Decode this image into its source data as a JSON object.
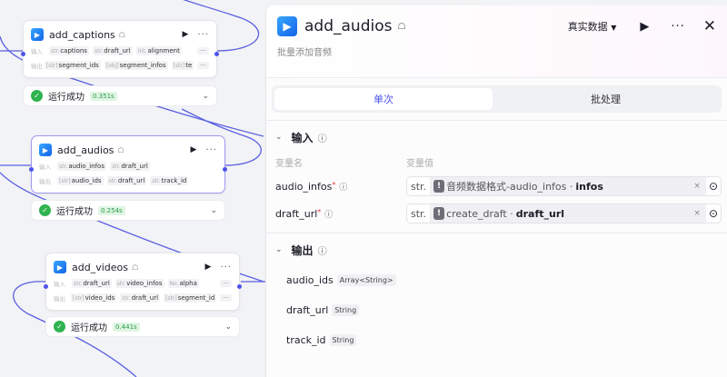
{
  "colors": {
    "accent": "#4d53e8",
    "success": "#2fb34f",
    "edge": "#5a5fe0"
  },
  "canvas": {
    "nodes": [
      {
        "title": "add_captions",
        "input_label": "输入",
        "output_label": "输出",
        "inputs": [
          {
            "type": "str.",
            "name": "captions"
          },
          {
            "type": "str.",
            "name": "draft_url"
          },
          {
            "type": "int.",
            "name": "alignment"
          }
        ],
        "outputs": [
          {
            "type": "[str]",
            "name": "segment_ids"
          },
          {
            "type": "[obj]",
            "name": "segment_infos"
          },
          {
            "type": "[str]",
            "name": "te"
          }
        ],
        "status": "运行成功",
        "time": "0.351s"
      },
      {
        "title": "add_audios",
        "input_label": "输入",
        "output_label": "输出",
        "inputs": [
          {
            "type": "str.",
            "name": "audio_infos"
          },
          {
            "type": "str.",
            "name": "draft_url"
          }
        ],
        "outputs": [
          {
            "type": "[str]",
            "name": "audio_ids"
          },
          {
            "type": "str.",
            "name": "draft_url"
          },
          {
            "type": "str.",
            "name": "track_id"
          }
        ],
        "status": "运行成功",
        "time": "0.254s"
      },
      {
        "title": "add_videos",
        "input_label": "输入",
        "output_label": "输出",
        "inputs": [
          {
            "type": "str.",
            "name": "draft_url"
          },
          {
            "type": "str.",
            "name": "video_infos"
          },
          {
            "type": "No.",
            "name": "alpha"
          }
        ],
        "outputs": [
          {
            "type": "[str]",
            "name": "video_ids"
          },
          {
            "type": "str.",
            "name": "draft_url"
          },
          {
            "type": "[str]",
            "name": "segment_id"
          }
        ],
        "status": "运行成功",
        "time": "0.441s"
      }
    ]
  },
  "panel": {
    "title": "add_audios",
    "description": "批量添加音频",
    "mode": "真实数据",
    "tabs": [
      {
        "label": "单次",
        "active": true
      },
      {
        "label": "批处理",
        "active": false
      }
    ],
    "input": {
      "heading": "输入",
      "col_name": "变量名",
      "col_value": "变量值",
      "rows": [
        {
          "name": "audio_infos",
          "required": "*",
          "type": "str.",
          "source": "音频数据格式-audio_infos",
          "sep": "·",
          "field": "infos",
          "clear": "×"
        },
        {
          "name": "draft_url",
          "required": "*",
          "type": "str.",
          "source": "create_draft",
          "sep": "·",
          "field": "draft_url",
          "clear": "×"
        }
      ]
    },
    "output": {
      "heading": "输出",
      "rows": [
        {
          "name": "audio_ids",
          "type": "Array<String>"
        },
        {
          "name": "draft_url",
          "type": "String"
        },
        {
          "name": "track_id",
          "type": "String"
        }
      ]
    }
  }
}
